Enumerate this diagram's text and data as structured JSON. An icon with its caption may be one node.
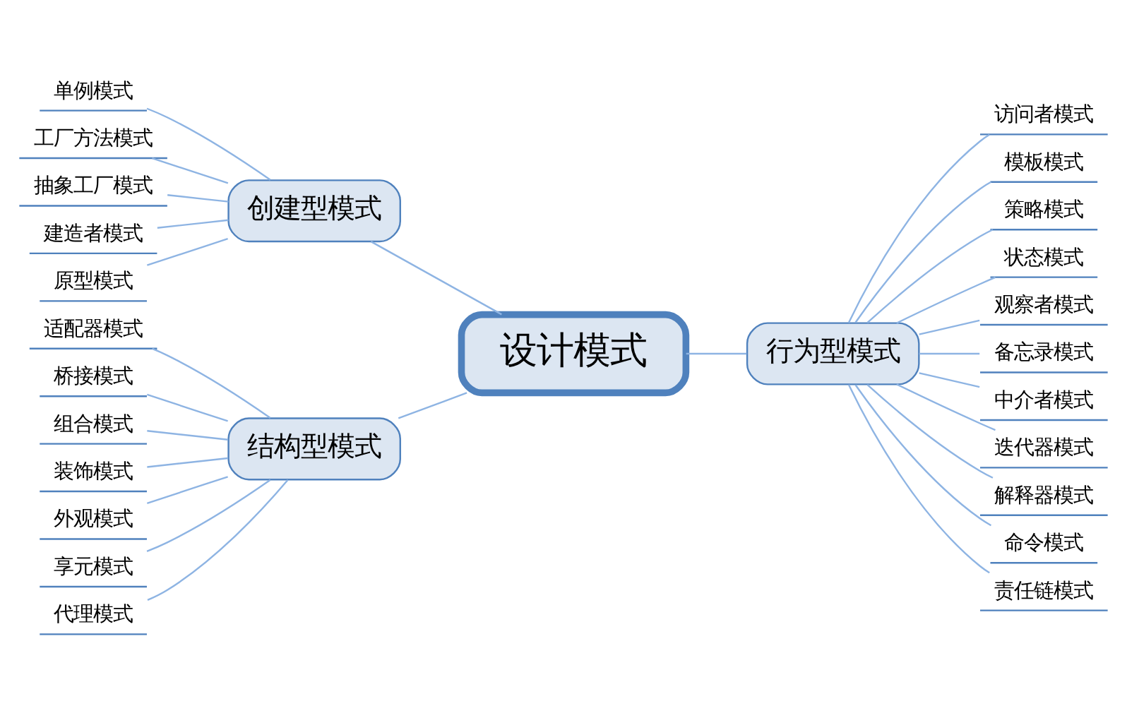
{
  "diagram": {
    "nodes": [
      {
        "text": [
          "设计模式"
        ]
      },
      {
        "text": [
          "创建型模式"
        ]
      },
      {
        "text": [
          "单例模式"
        ]
      },
      {
        "text": [
          "工厂方法模式"
        ]
      },
      {
        "text": [
          "抽象工厂模式"
        ]
      },
      {
        "text": [
          "建造者模式"
        ]
      },
      {
        "text": [
          "原型模式"
        ]
      },
      {
        "text": [
          "结构型模式"
        ]
      },
      {
        "text": [
          "适配器模式"
        ]
      },
      {
        "text": [
          "桥接模式"
        ]
      },
      {
        "text": [
          "组合模式"
        ]
      },
      {
        "text": [
          "装饰模式"
        ]
      },
      {
        "text": [
          "外观模式"
        ]
      },
      {
        "text": [
          "享元模式"
        ]
      },
      {
        "text": [
          "代理模式"
        ]
      },
      {
        "text": [
          "行为型模式"
        ]
      },
      {
        "text": [
          "访问者模式"
        ]
      },
      {
        "text": [
          "模板模式"
        ]
      },
      {
        "text": [
          "策略模式"
        ]
      },
      {
        "text": [
          "状态模式"
        ]
      },
      {
        "text": [
          "观察者模式"
        ]
      },
      {
        "text": [
          "备忘录模式"
        ]
      },
      {
        "text": [
          "中介者模式"
        ]
      },
      {
        "text": [
          "迭代器模式"
        ]
      },
      {
        "text": [
          "解释器模式"
        ]
      },
      {
        "text": [
          "命令模式"
        ]
      },
      {
        "text": [
          "责任链模式"
        ]
      }
    ],
    "edges": [
      {
        "from": 0,
        "to": 1,
        "arrow": "none"
      },
      {
        "from": 1,
        "to": 2,
        "arrow": "none"
      },
      {
        "from": 1,
        "to": 3,
        "arrow": "none"
      },
      {
        "from": 1,
        "to": 4,
        "arrow": "none"
      },
      {
        "from": 1,
        "to": 5,
        "arrow": "none"
      },
      {
        "from": 1,
        "to": 6,
        "arrow": "none"
      },
      {
        "from": 0,
        "to": 7,
        "arrow": "none"
      },
      {
        "from": 7,
        "to": 8,
        "arrow": "none"
      },
      {
        "from": 7,
        "to": 9,
        "arrow": "none"
      },
      {
        "from": 7,
        "to": 10,
        "arrow": "none"
      },
      {
        "from": 7,
        "to": 11,
        "arrow": "none"
      },
      {
        "from": 7,
        "to": 12,
        "arrow": "none"
      },
      {
        "from": 7,
        "to": 13,
        "arrow": "none"
      },
      {
        "from": 7,
        "to": 14,
        "arrow": "none"
      },
      {
        "from": 0,
        "to": 15,
        "arrow": "none"
      },
      {
        "from": 15,
        "to": 16,
        "arrow": "none"
      },
      {
        "from": 15,
        "to": 17,
        "arrow": "none"
      },
      {
        "from": 15,
        "to": 18,
        "arrow": "none"
      },
      {
        "from": 15,
        "to": 19,
        "arrow": "none"
      },
      {
        "from": 15,
        "to": 20,
        "arrow": "none"
      },
      {
        "from": 15,
        "to": 21,
        "arrow": "none"
      },
      {
        "from": 15,
        "to": 22,
        "arrow": "none"
      },
      {
        "from": 15,
        "to": 23,
        "arrow": "none"
      },
      {
        "from": 15,
        "to": 24,
        "arrow": "none"
      },
      {
        "from": 15,
        "to": 25,
        "arrow": "none"
      },
      {
        "from": 15,
        "to": 26,
        "arrow": "none"
      }
    ]
  }
}
